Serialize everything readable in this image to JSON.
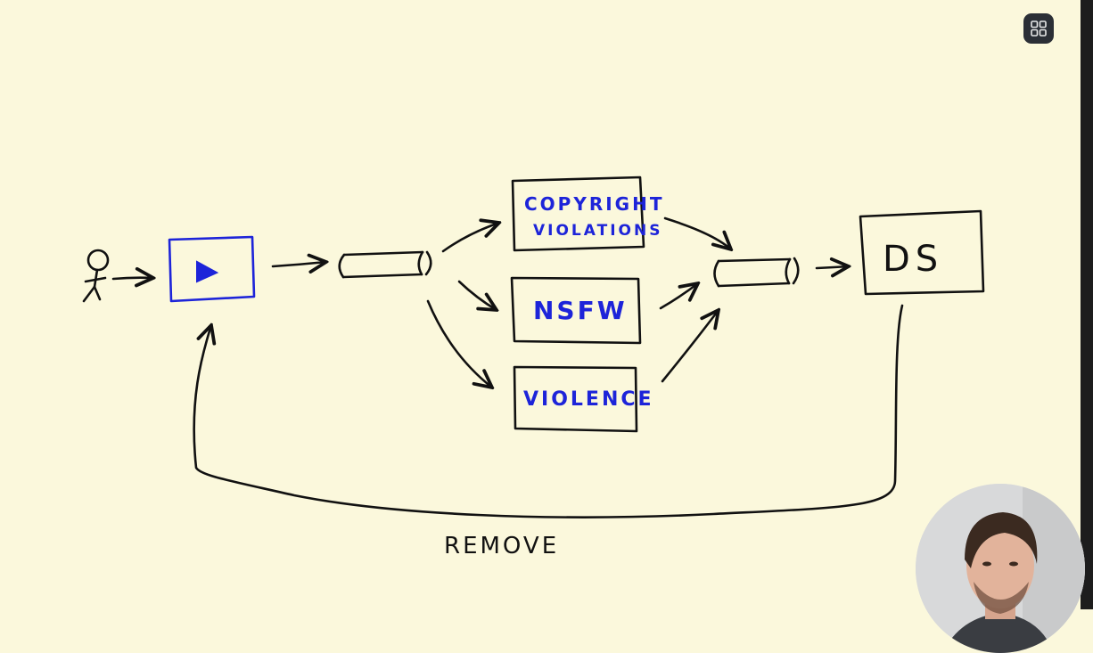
{
  "diagram": {
    "nodes": {
      "copyright": {
        "line1": "COPYRIGHT",
        "line2": "VIOLATIONS"
      },
      "nsfw": "NSFW",
      "violence": "VIOLENCE",
      "ds": "DS"
    },
    "remove_label": "REMOVE"
  },
  "ui": {
    "grid_button_icon": "grid-icon"
  },
  "colors": {
    "background": "#fbf8dc",
    "ink": "#111111",
    "blue_ink": "#1d24d9"
  }
}
